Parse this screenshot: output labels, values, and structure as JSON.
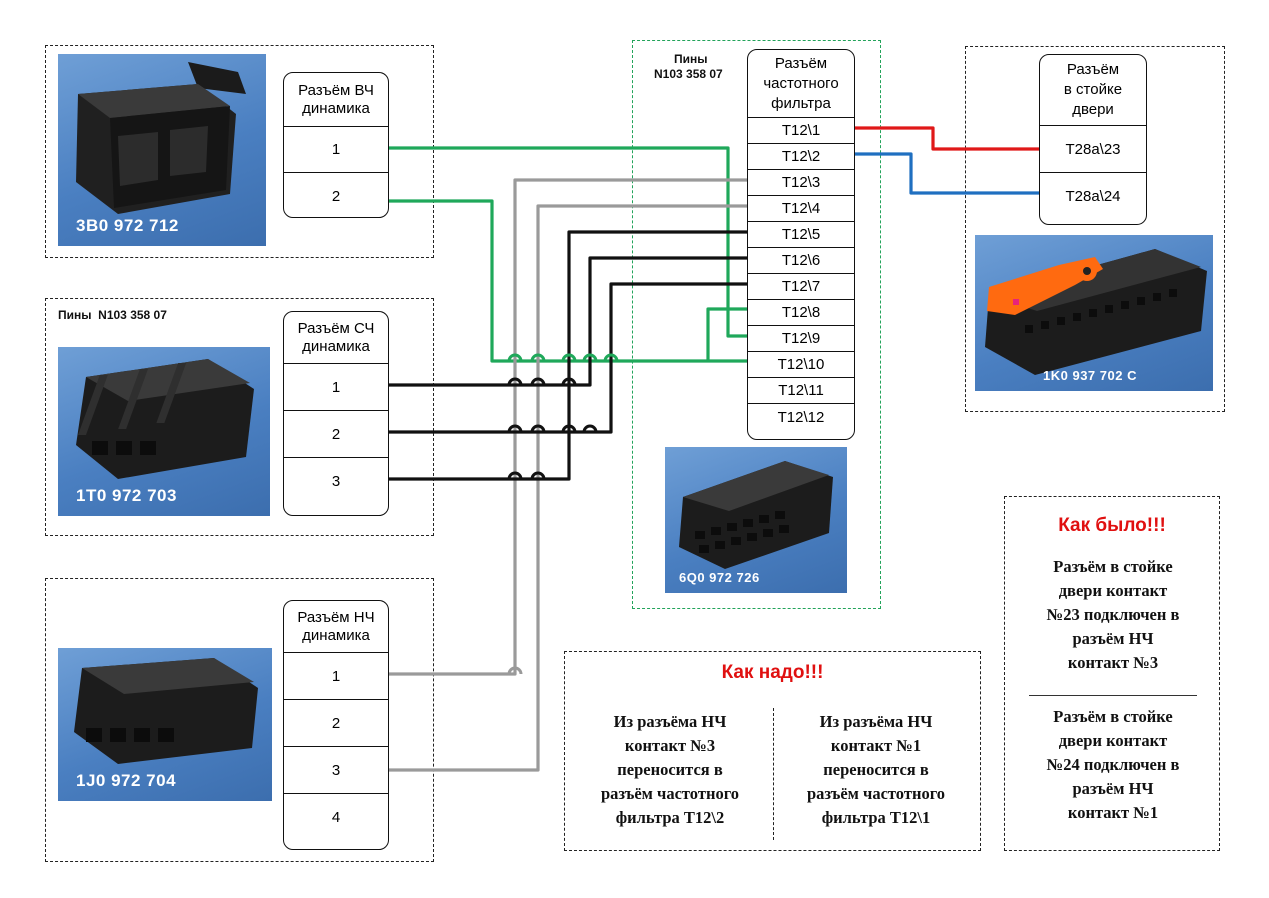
{
  "hf_connector": {
    "header": [
      "Разъём ВЧ",
      "динамика"
    ],
    "pins": [
      "1",
      "2"
    ],
    "photo_label": "3B0 972 712"
  },
  "mf_connector": {
    "pins_caption": "Пины  N103 358 07",
    "header": [
      "Разъём СЧ",
      "динамика"
    ],
    "pins": [
      "1",
      "2",
      "3"
    ],
    "photo_label": "1T0 972 703"
  },
  "lf_connector": {
    "header": [
      "Разъём НЧ",
      "динамика"
    ],
    "pins": [
      "1",
      "2",
      "3",
      "4"
    ],
    "photo_label": "1J0 972 704"
  },
  "filter_connector": {
    "pins_caption": [
      "Пины",
      "N103 358 07"
    ],
    "header": [
      "Разъём",
      "частотного",
      "фильтра"
    ],
    "pins": [
      "T12\\1",
      "T12\\2",
      "T12\\3",
      "T12\\4",
      "T12\\5",
      "T12\\6",
      "T12\\7",
      "T12\\8",
      "T12\\9",
      "T12\\10",
      "T12\\11",
      "T12\\12"
    ],
    "photo_label": "6Q0 972 726"
  },
  "door_connector": {
    "header": [
      "Разъём",
      "в стойке",
      "двери"
    ],
    "pins": [
      "T28a\\23",
      "T28a\\24"
    ],
    "photo_label": "1K0 937 702 C"
  },
  "note_how_should": {
    "title": "Как надо!!!",
    "left": [
      "Из разъёма НЧ",
      "контакт №3",
      "переносится в",
      "разъём частотного",
      "фильтра Т12\\2"
    ],
    "right": [
      "Из разъёма НЧ",
      "контакт №1",
      "переносится в",
      "разъём частотного",
      "фильтра Т12\\1"
    ]
  },
  "note_how_was": {
    "title": "Как было!!!",
    "top": [
      "Разъём в стойке",
      "двери контакт",
      "№23 подключен в",
      "разъём НЧ",
      "контакт №3"
    ],
    "bottom": [
      "Разъём в стойке",
      "двери контакт",
      "№24 подключен в",
      "разъём НЧ",
      "контакт №1"
    ]
  },
  "colors": {
    "green_wire": "#1fa85a",
    "gray_wire": "#9a9a9a",
    "black_wire": "#111111",
    "red_wire": "#e01818",
    "blue_wire": "#1f6fc0",
    "note_title": "#e01010",
    "photo_bg": "#4a7fc1"
  }
}
